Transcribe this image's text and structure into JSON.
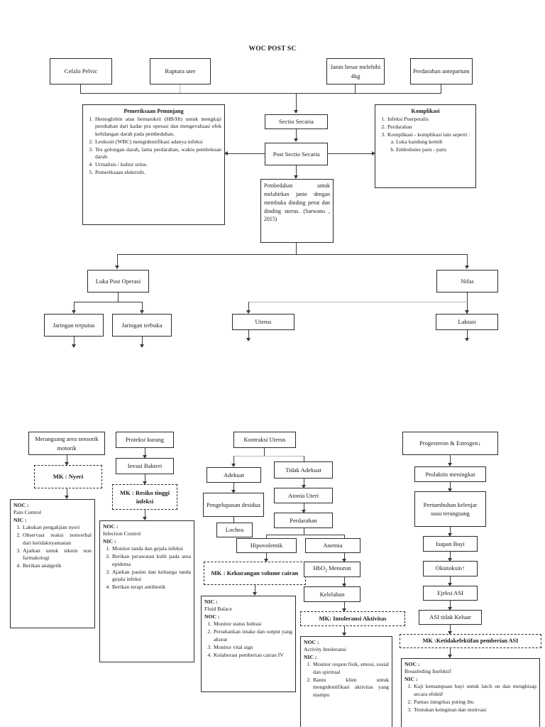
{
  "document": {
    "title": "WOC POST SC"
  },
  "etiology_row": {
    "cefalo_pelvic": "Cefalo Pelvic",
    "ruptura_uter": "Ruptura uter",
    "janin_besar": "Janin besar melebihi 4kg",
    "perdarahan_antepartum": "Perdarahan antepartum"
  },
  "center_chain": {
    "sectio_secaria": "Sectio Secaria",
    "post_sectio_secaria": "Post Sectio Secaria",
    "definition": "Pembedahan untuk melahirkan janin dengan membuka dinding perut dan dinding uterus. (Sarwono , 2015)"
  },
  "pemeriksaan": {
    "title": "Pemeriksaan Penunjang",
    "items": [
      "Hemoglobin atau hematokrit (HB/Ht) untuk mengkaji perubahan dari kadar pra operasi dan mengevaluasi efek kehilangan darah pada pembedahan.",
      "Leukosit (WBC) mengidentifikasi adanya infeksi",
      "Tes golongan darah, lama perdarahan, waktu pembekuan darah",
      "Urinalisis / kultur urine.",
      "Pemeriksaan elektrolit."
    ]
  },
  "komplikasi": {
    "title": "Komplikasi",
    "items": [
      "Infeksi Puerperalis",
      "Perdarahan",
      "Komplikasi - komplikasi lain seperti :"
    ],
    "subitems": [
      "Luka kandung kemih",
      "Embolisme paru - paru"
    ]
  },
  "mid_row": {
    "luka_post_operasi": "Luka Post Operasi",
    "nifas": "Nifas",
    "jaringan_terputus": "Jaringan terputus",
    "jaringan_terbuka": "Jaringan terbuka",
    "uterus": "Uterus",
    "laktasi": "Laktasi"
  },
  "column_nyeri": {
    "merangsang": "Merangsang area sensorik motorik",
    "mk": "MK : Nyeri",
    "noc_label": "NOC   :",
    "noc_value": "Pain Control",
    "nic_label": "NIC   :",
    "nic_items": [
      "Lakukan pengakjian nyeri",
      "Observasi reaksi nonverbal dari ketidaknyamanan",
      "Ajarkan untuk teknin non farmakologi",
      "Berikan analgetik"
    ]
  },
  "column_infeksi": {
    "proteksi": "Proteksi kurang",
    "invasi": "Invasi Bakteri",
    "mk": "MK : Resiko tinggi infeksi",
    "noc_label": "NOC   :",
    "noc_value": "Infection Control",
    "nic_label": "NIC   :",
    "nic_items": [
      "Monitor tanda dan gejala infeksi",
      "Berikan perawatan kulit pada area epidema",
      "Ajarkan pasien dan keluarga tanda gejala infeksi",
      "Berikan terapi antibiotik"
    ]
  },
  "column_uterus": {
    "kontraksi": "Kontraksi Uterus",
    "adekuat": "Adekuat",
    "tidak_adekuat": "Tidak Adekuat",
    "pengelupasan": "Pengelupasan desidua",
    "atonia": "Atonia Uteri",
    "lochea": "Lochea",
    "perdarahan": "Perdarahan",
    "hipovolemik": "Hipovolemik",
    "anemia": "Anemia",
    "mk_cairan": "MK : Kekurangan volume cairan",
    "nic_label": "NIC   :",
    "nic_value": "Fluid Balace",
    "noc_label": "NOC   :",
    "noc_items": [
      "Monitor status hidrasi",
      "Pertahankan intake dan output yang akurat",
      "Monitor vital sign",
      "Kolaborasi pemberian cairan IV"
    ]
  },
  "column_anemia": {
    "hbo2": "HbO2 Menurun",
    "hbo2_prefix": "HbO",
    "hbo2_sub": "2",
    "hbo2_suffix": " Menurun",
    "kelelahan": "Kelelahan",
    "mk": "MK: Intoleransi Aktivitas",
    "noc_label": "NOC   :",
    "noc_value": "Activity Intoleransi",
    "nic_label": "NIC   :",
    "nic_items": [
      "Monitor respon fisik, emosi, sosial dan spiritual",
      "Bantu klien untuk mengidentifikasi aktivitas yang mampu"
    ]
  },
  "column_asi": {
    "progesteron": "Progesteron & Estrogen",
    "progesteron_arrow": "down-arrow-glyph",
    "prolaktin": "Prolaktin meningkat",
    "pertumbuhan": "Pertumbuhan kelenjar susu terangsang",
    "isapan": "Isapan Bayi",
    "oksitoksin": "Oksitoksin",
    "oksitoksin_arrow": "up-arrow-glyph",
    "ejeksi": "Ejeksi ASI",
    "asi_tidak_keluar": "ASI tidak Keluar",
    "mk": "MK :Ketidakefektifan pemberian ASI",
    "noc_label": "NOC   :",
    "noc_value": "Breasfeding Inefektif",
    "nic_label": "NIC   :",
    "nic_items": [
      "Kaji kemampuan bayi untuk latch on dan menghisap secara efektif",
      "Pantau integritas puting ibu",
      "Tentukan keinginan dan motivasi"
    ]
  },
  "colors": {
    "line": "#3a3a3a",
    "faint_line": "#b9b9b9",
    "border": "#2b2b2b",
    "background": "#ffffff"
  }
}
